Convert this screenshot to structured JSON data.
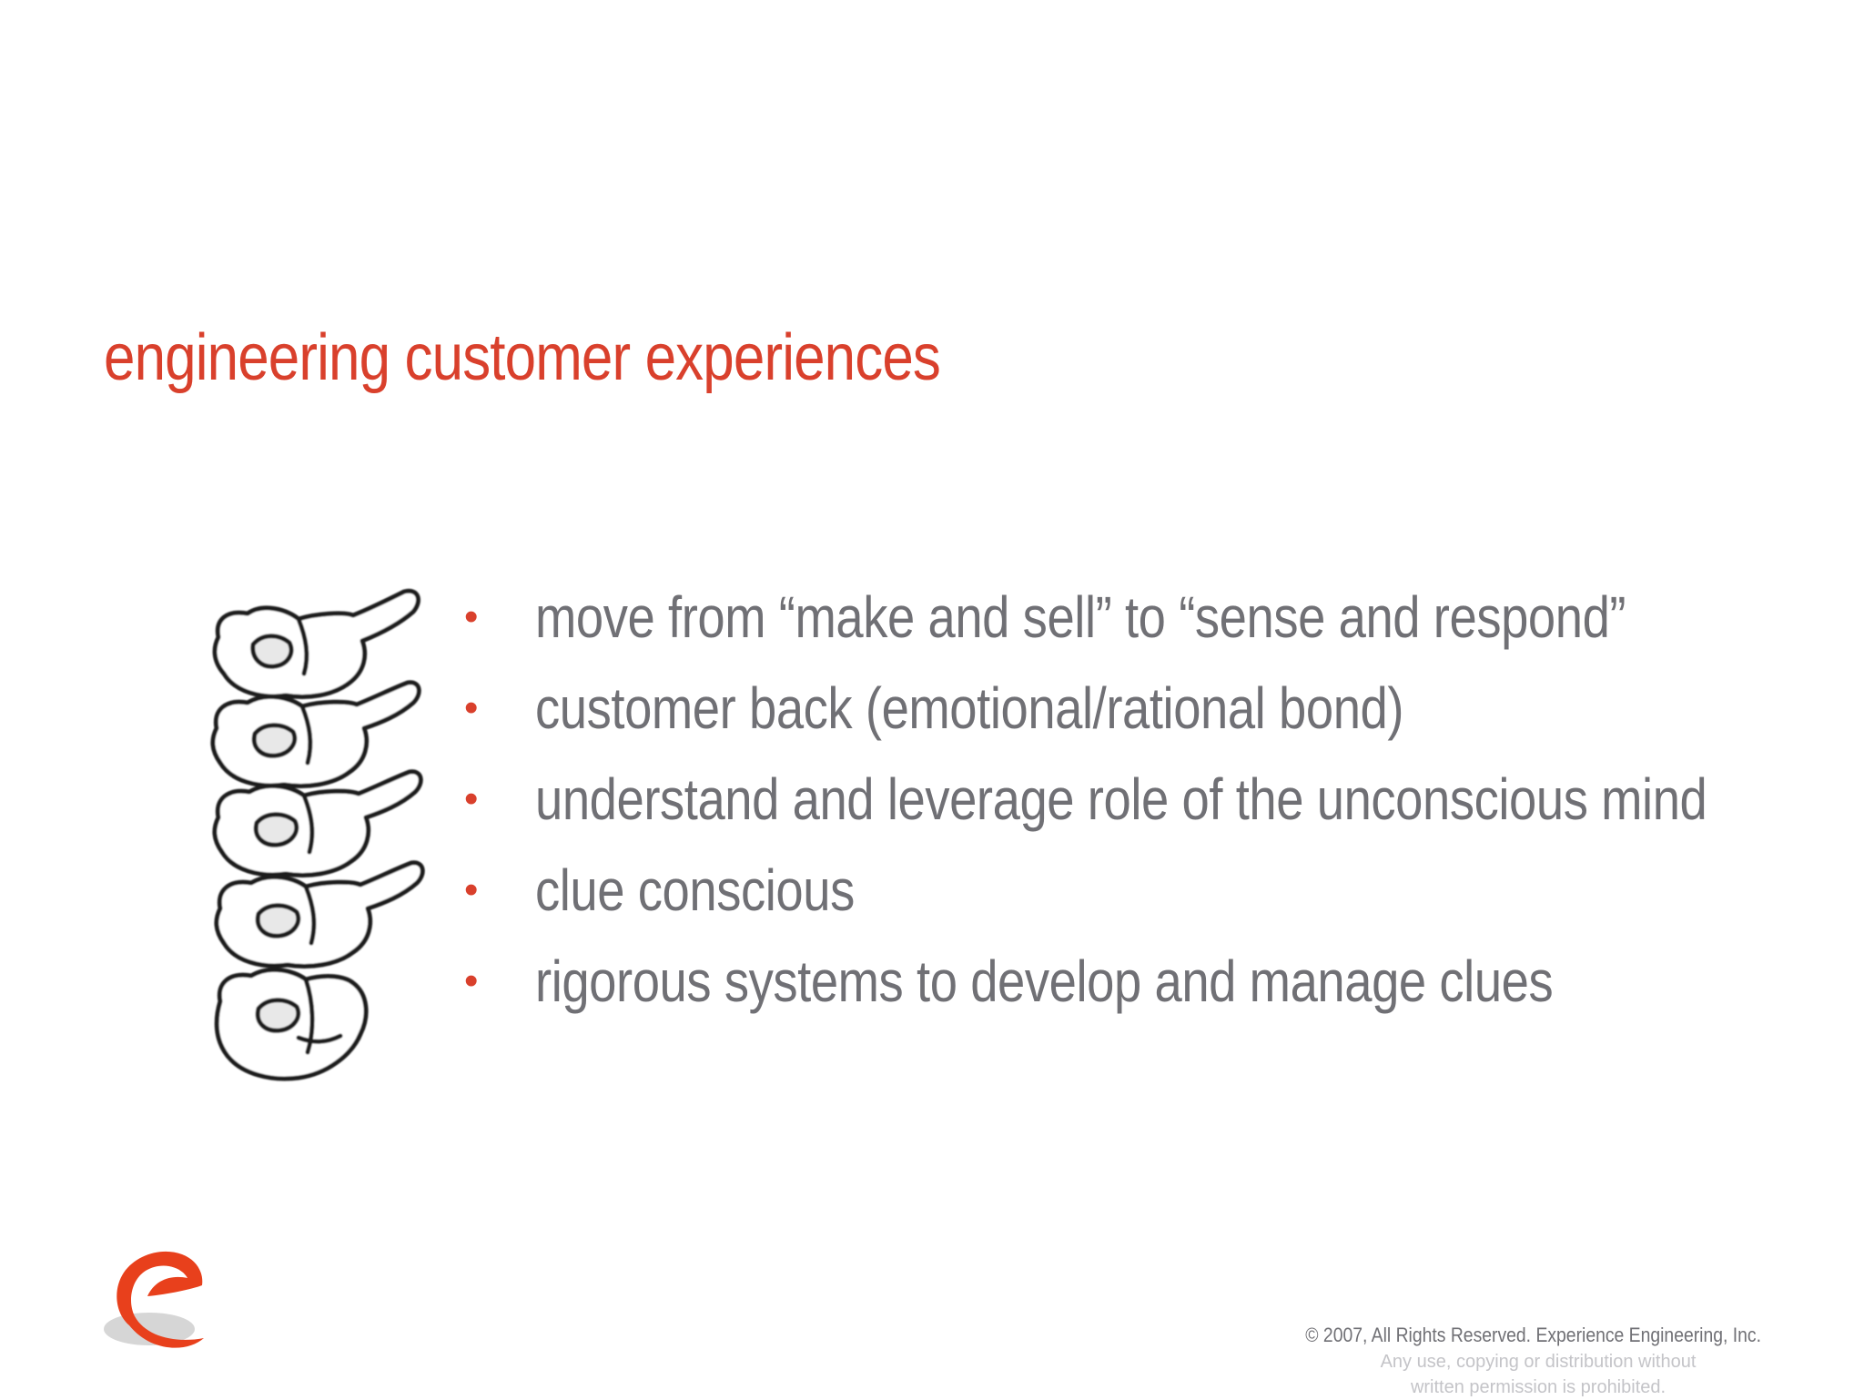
{
  "slide": {
    "title": "engineering customer experiences",
    "bullets": [
      "move from “make and sell” to “sense and respond”",
      "customer back  (emotional/rational bond)",
      "understand and leverage role of the unconscious mind",
      "clue conscious",
      "rigorous systems to develop and manage clues"
    ],
    "bullet_marker": "•",
    "footer": {
      "copyright": "© 2007, All Rights Reserved. Experience Engineering, Inc.",
      "notice_line1": "Any use, copying or distribution without",
      "notice_line2": "written permission is prohibited."
    },
    "illustration_icon": "stacked-hands-icon",
    "logo_icon": "experience-engineering-logo-icon",
    "colors": {
      "accent": "#d9402c",
      "body_text": "#707075",
      "notice_text": "#c4c4c8",
      "background": "#ffffff"
    }
  }
}
